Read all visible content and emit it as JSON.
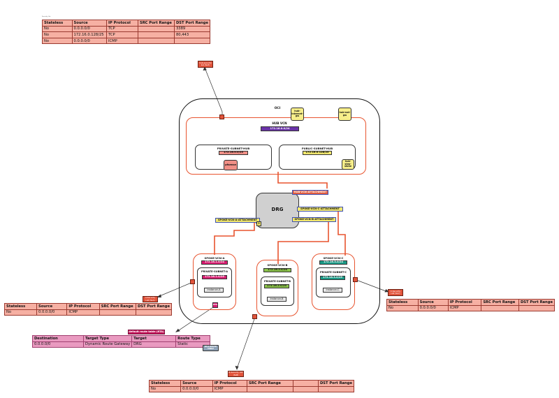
{
  "oci": {
    "label": "OCI"
  },
  "hub_vcn": {
    "label": "HUB VCN",
    "cidr": "172.16.0.0/24"
  },
  "hub_internet_gw": {
    "label": "hub-internet-gw"
  },
  "hub_nat_gw": {
    "label": "hub-nat-gw"
  },
  "private_subnet_hub": {
    "label": "PRIVATE-SUBNET-HUB",
    "cidr": "172.16.0.0/25",
    "instance": "pfsense"
  },
  "public_subnet_hub": {
    "label": "PUBLIC-SUBNET-HUB",
    "cidr": "172.16.0.128/25",
    "instance": "hub-step-stone"
  },
  "drg": {
    "label": "DRG"
  },
  "attachments": {
    "hub": "HUB-VCN-ATTACHMENT",
    "spoke_a": "SPOKE-VCN-A-ATTACHMENT",
    "spoke_b": "SPOKE-VCN-B-ATTACHMENT",
    "spoke_c": "SPOKE-VCN-C-ATTACHMENT",
    "spoke_a_badge": "2"
  },
  "spoke_a": {
    "vcn_label": "SPOKE-VCN-A",
    "vcn_cidr": "172.16.1.0/24",
    "subnet_label": "PRIVATE-SUBNET-A",
    "subnet_cidr": "172.16.1.0/25",
    "instance": "instance-A",
    "rt_tag": "RTA"
  },
  "spoke_b": {
    "vcn_label": "SPOKE-VCN-B",
    "vcn_cidr": "172.16.2.0/24",
    "subnet_label": "PRIVATE-SUBNET-B",
    "subnet_cidr": "172.16.2.0/25",
    "instance": "instance-B"
  },
  "spoke_c": {
    "vcn_label": "SPOKE-VCN-C",
    "vcn_cidr": "172.16.3.0/24",
    "subnet_label": "PRIVATE-SUBNET-C",
    "subnet_cidr": "172.16.3.0/25",
    "instance": "instance-C"
  },
  "tags": {
    "hub_sl": "hub-security list (SLH)",
    "a_sl": "A-Security List (SLA)",
    "b_sl": "B-Security List (SLB)",
    "c_sl": "C-Security List (SLC)"
  },
  "hub_security_list": {
    "caption": "Security List",
    "headers": [
      "Stateless",
      "Source",
      "IP Protocol",
      "SRC Port Range",
      "DST Port Range"
    ],
    "rows": [
      [
        "No",
        "0.0.0.0/0",
        "TCP",
        "",
        "3389"
      ],
      [
        "No",
        "172.16.0.128/25",
        "TCP",
        "",
        "80,443"
      ],
      [
        "No",
        "0.0.0.0/0",
        "ICMP",
        "",
        ""
      ]
    ]
  },
  "sl_a": {
    "headers": [
      "Stateless",
      "Source",
      "IP Protocol",
      "SRC Port Range",
      "DST Port Range"
    ],
    "rows": [
      [
        "No",
        "0.0.0.0/0",
        "ICMP",
        "",
        ""
      ]
    ]
  },
  "sl_b": {
    "headers": [
      "Stateless",
      "Source",
      "IP Protocol",
      "SRC Port Range",
      "",
      "DST Port Range"
    ],
    "rows": [
      [
        "No",
        "0.0.0.0/0",
        "ICMP",
        "",
        "",
        ""
      ]
    ]
  },
  "sl_c": {
    "headers": [
      "Stateless",
      "Source",
      "IP Protocol",
      "SRC Port Range",
      "DST Port Range"
    ],
    "rows": [
      [
        "No",
        "0.0.0.0/0",
        "ICMP",
        "",
        ""
      ]
    ]
  },
  "route_table": {
    "title": "default route table (RTA)",
    "headers": [
      "Destination",
      "Target Type",
      "Target",
      "Route Type"
    ],
    "rows": [
      [
        "0.0.0.0/0",
        "Dynamic Route Gateway",
        "DRG",
        "Static"
      ]
    ],
    "note": "RT-A ROUTE TABLE"
  },
  "colors": {
    "vcn_border": "#e8542f",
    "hub_cidr": "#6a33a8",
    "spoke_a_cidr": "#d81b70",
    "spoke_b_cidr": "#8bc34a",
    "spoke_c_cidr": "#1a9a86",
    "subnet_cidr_hub": "#f08f86",
    "public_cidr": "#f2e86e",
    "attachment": "#f2e86e",
    "attachment_border": "#3f51b5",
    "drg": "#d0d0d0"
  }
}
